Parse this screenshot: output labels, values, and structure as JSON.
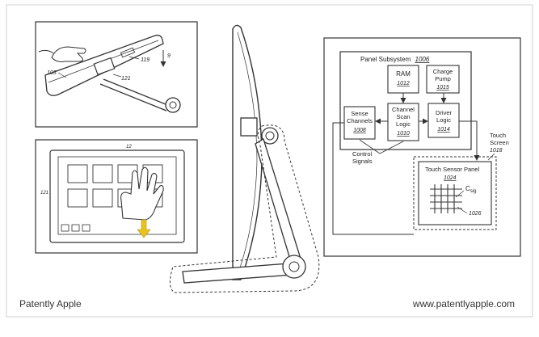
{
  "colors": {
    "stroke": "#333333",
    "arrow": "#e8c31e",
    "frame": "#d0d0d0"
  },
  "footer": {
    "brand": "Patently Apple",
    "url": "www.patentlyapple.com"
  },
  "fig_top_left": {
    "ref_103": "103",
    "ref_121": "121",
    "ref_119": "119",
    "ref_9": "9"
  },
  "fig_bottom_left": {
    "ref_top": "12",
    "ref_side": "121"
  },
  "block": {
    "panel_title": "Panel Subsystem",
    "panel_num": "1006",
    "ram": {
      "label": "RAM",
      "num": "1012"
    },
    "charge": {
      "line1": "Charge",
      "line2": "Pump",
      "num": "1015"
    },
    "sense": {
      "line1": "Sense",
      "line2": "Channels",
      "num": "1008"
    },
    "channel": {
      "line1": "Channel",
      "line2": "Scan",
      "line3": "Logic",
      "num": "1010"
    },
    "driver": {
      "line1": "Driver",
      "line2": "Logic",
      "num": "1014"
    },
    "control": {
      "line1": "Control",
      "line2": "Signals"
    },
    "touch_screen": {
      "line1": "Touch",
      "line2": "Screen",
      "num": "1018"
    },
    "sensor": {
      "label": "Touch Sensor Panel",
      "num": "1024"
    },
    "csig": {
      "c": "C",
      "sub": "sig"
    },
    "node": "1026"
  }
}
